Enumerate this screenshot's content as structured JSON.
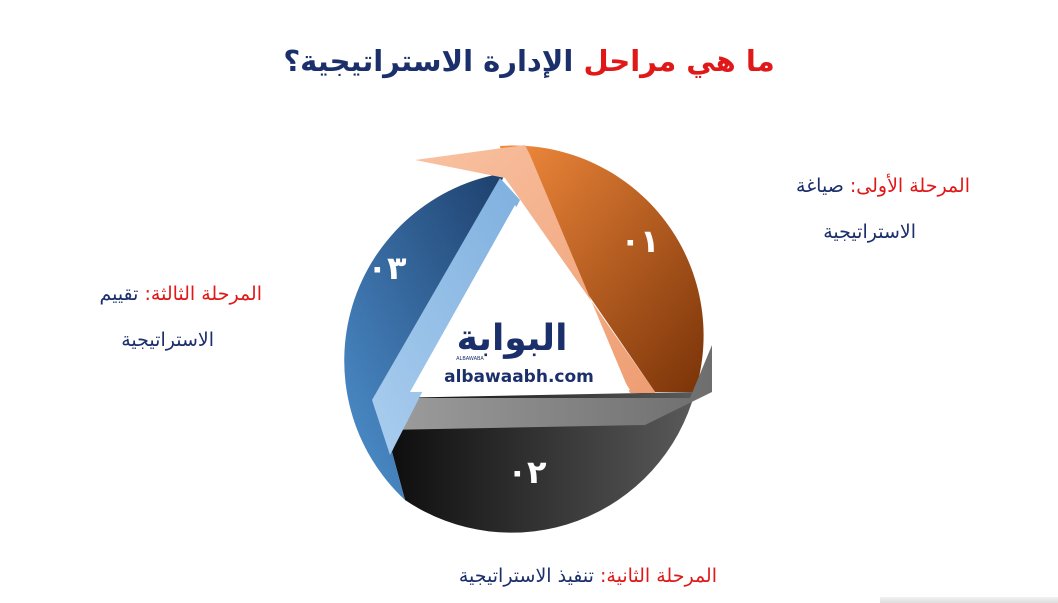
{
  "title": {
    "part_red": "ما هي مراحل",
    "part_navy": "الإدارة الاستراتيجية؟"
  },
  "stages": [
    {
      "number": "٠١",
      "prefix": "المرحلة الأولى:",
      "text_line1": "صياغة",
      "text_line2": "الاستراتيجية"
    },
    {
      "number": "٠٢",
      "prefix": "المرحلة الثانية:",
      "text_line1": "تنفيذ الاستراتيجية",
      "text_line2": ""
    },
    {
      "number": "٠٣",
      "prefix": "المرحلة الثالثة:",
      "text_line1": "تقييم",
      "text_line2": "الاستراتيجية"
    }
  ],
  "logo": {
    "arabic": "البوابة",
    "latin_small": "ALBAWABA",
    "url": "albawaabh.com"
  },
  "colors": {
    "title_red": "#e01818",
    "title_navy": "#1b2f6b",
    "segment_orange": "#e2732f",
    "segment_dark": "#3a3a3a",
    "segment_blue": "#2f6aa3"
  }
}
